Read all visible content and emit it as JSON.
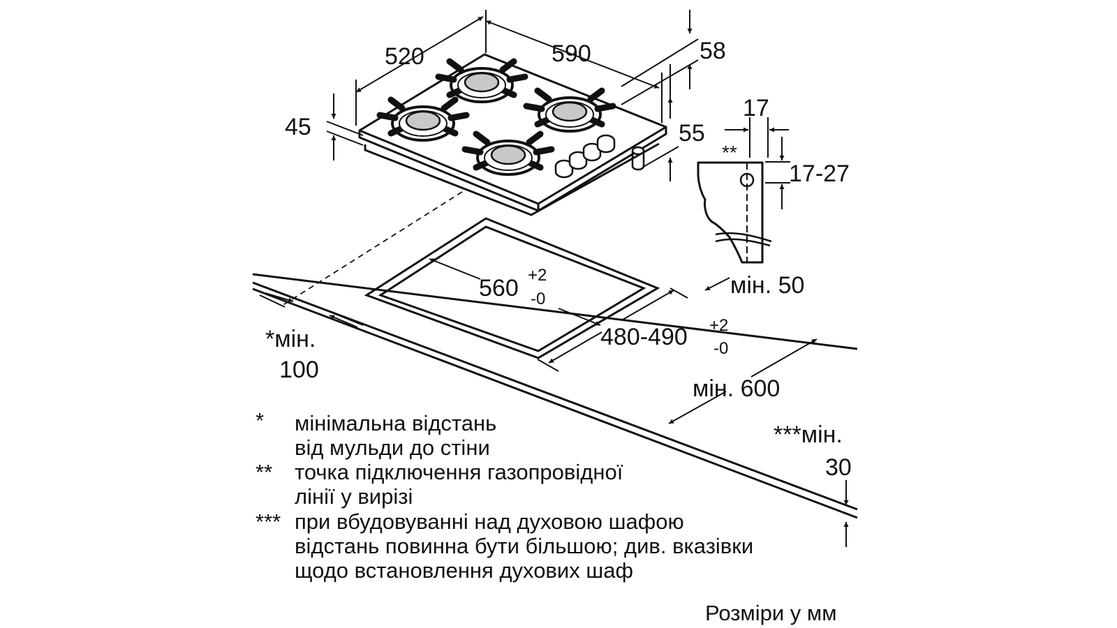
{
  "dimensions": {
    "depth": "520",
    "width": "590",
    "height_total": "45",
    "clearance_top": "58",
    "clearance_side": "55",
    "bracket_width": "17",
    "worktop_thickness": "17-27",
    "double_star": "**",
    "cutout_width": "560",
    "cutout_width_tol_plus": "+2",
    "cutout_width_tol_minus": "-0",
    "cutout_depth": "480-490",
    "cutout_depth_tol_plus": "+2",
    "cutout_depth_tol_minus": "-0",
    "min_50": "мін. 50",
    "min_100_label": "*мін.",
    "min_100_value": "100",
    "min_600": "мін. 600",
    "min_30_label": "***мін.",
    "min_30_value": "30"
  },
  "notes": [
    {
      "mark": "*",
      "lines": [
        "мінімальна відстань",
        "від мульди до стіни"
      ]
    },
    {
      "mark": "**",
      "lines": [
        "точка підключення газопровідної",
        "лінії у вирізі"
      ]
    },
    {
      "mark": "***",
      "lines": [
        "при вбудовуванні над духовою шафою",
        "відстань повинна бути більшою; див. вказівки",
        "щодо встановлення духових шаф"
      ]
    }
  ],
  "units_caption": "Розміри у мм",
  "colors": {
    "line": "#111111",
    "burner": "#c8c8c8",
    "background": "#ffffff"
  }
}
